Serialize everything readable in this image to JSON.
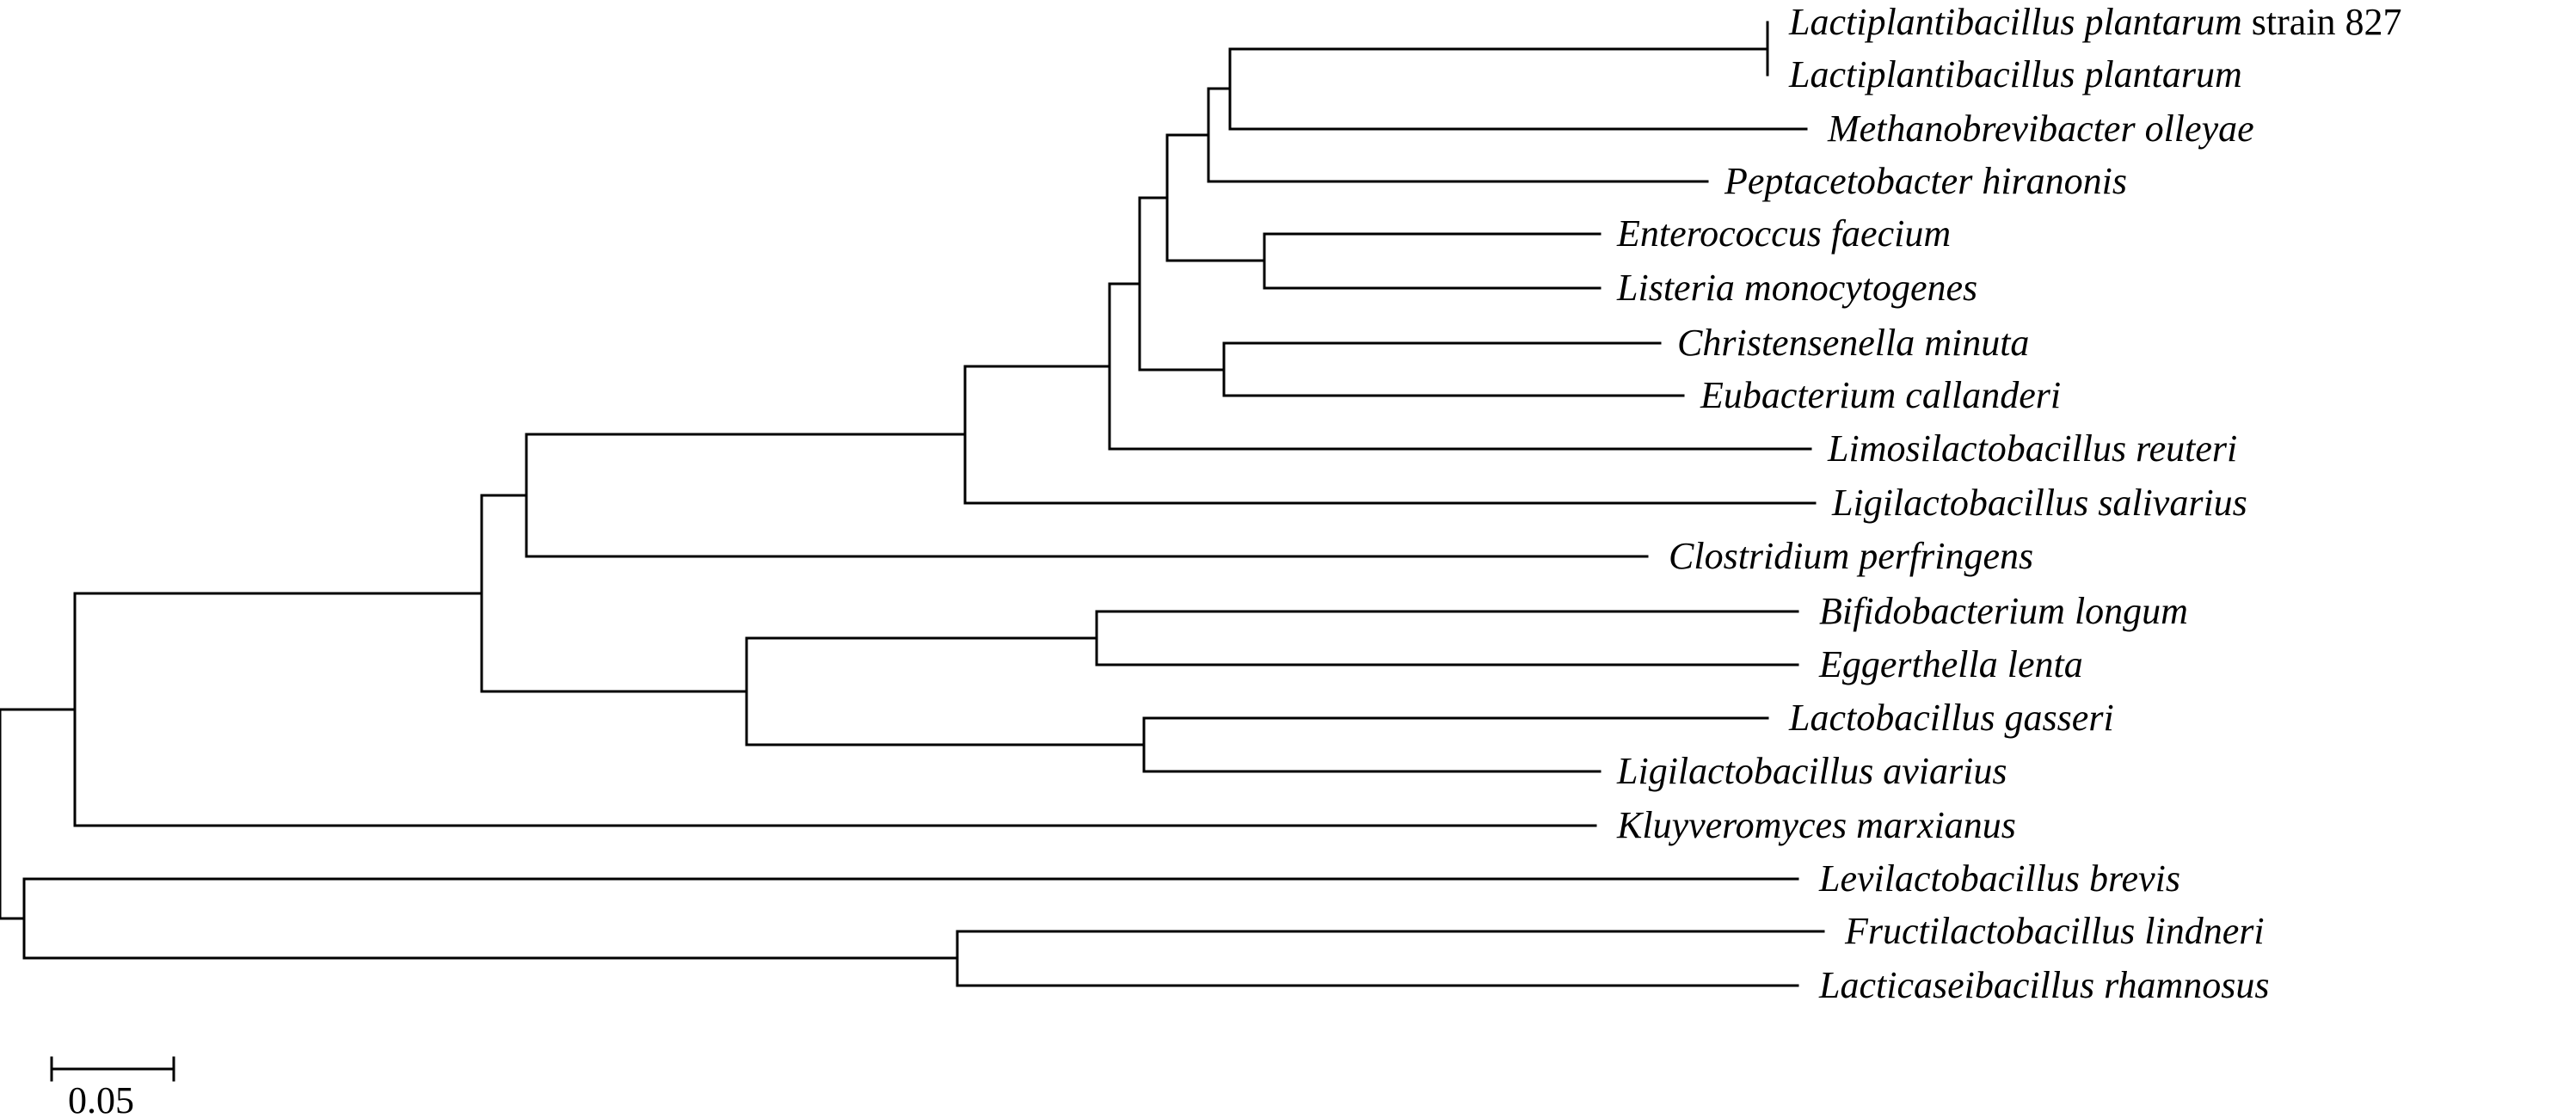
{
  "tree": {
    "taxa": [
      {
        "id": "t1",
        "genus_species": "Lactiplantibacillus plantarum",
        "suffix": "strain 827"
      },
      {
        "id": "t2",
        "genus_species": "Lactiplantibacillus plantarum",
        "suffix": ""
      },
      {
        "id": "t3",
        "genus_species": "Methanobrevibacter olleyae",
        "suffix": ""
      },
      {
        "id": "t4",
        "genus_species": "Peptacetobacter hiranonis",
        "suffix": ""
      },
      {
        "id": "t5",
        "genus_species": "Enterococcus faecium",
        "suffix": ""
      },
      {
        "id": "t6",
        "genus_species": "Listeria monocytogenes",
        "suffix": ""
      },
      {
        "id": "t7",
        "genus_species": "Christensenella minuta",
        "suffix": ""
      },
      {
        "id": "t8",
        "genus_species": "Eubacterium callanderi",
        "suffix": ""
      },
      {
        "id": "t9",
        "genus_species": "Limosilactobacillus reuteri",
        "suffix": ""
      },
      {
        "id": "t10",
        "genus_species": "Ligilactobacillus salivarius",
        "suffix": ""
      },
      {
        "id": "t11",
        "genus_species": "Clostridium perfringens",
        "suffix": ""
      },
      {
        "id": "t12",
        "genus_species": "Bifidobacterium longum",
        "suffix": ""
      },
      {
        "id": "t13",
        "genus_species": "Eggerthella lenta",
        "suffix": ""
      },
      {
        "id": "t14",
        "genus_species": "Lactobacillus gasseri",
        "suffix": ""
      },
      {
        "id": "t15",
        "genus_species": "Ligilactobacillus aviarius",
        "suffix": ""
      },
      {
        "id": "t16",
        "genus_species": "Kluyveromyces marxianus",
        "suffix": ""
      },
      {
        "id": "t17",
        "genus_species": "Levilactobacillus brevis",
        "suffix": ""
      },
      {
        "id": "t18",
        "genus_species": "Fructilactobacillus lindneri",
        "suffix": ""
      },
      {
        "id": "t19",
        "genus_species": "Lacticaseibacillus rhamnosus",
        "suffix": ""
      }
    ],
    "scale_bar": {
      "value": 0.05,
      "label": "0.05"
    }
  }
}
